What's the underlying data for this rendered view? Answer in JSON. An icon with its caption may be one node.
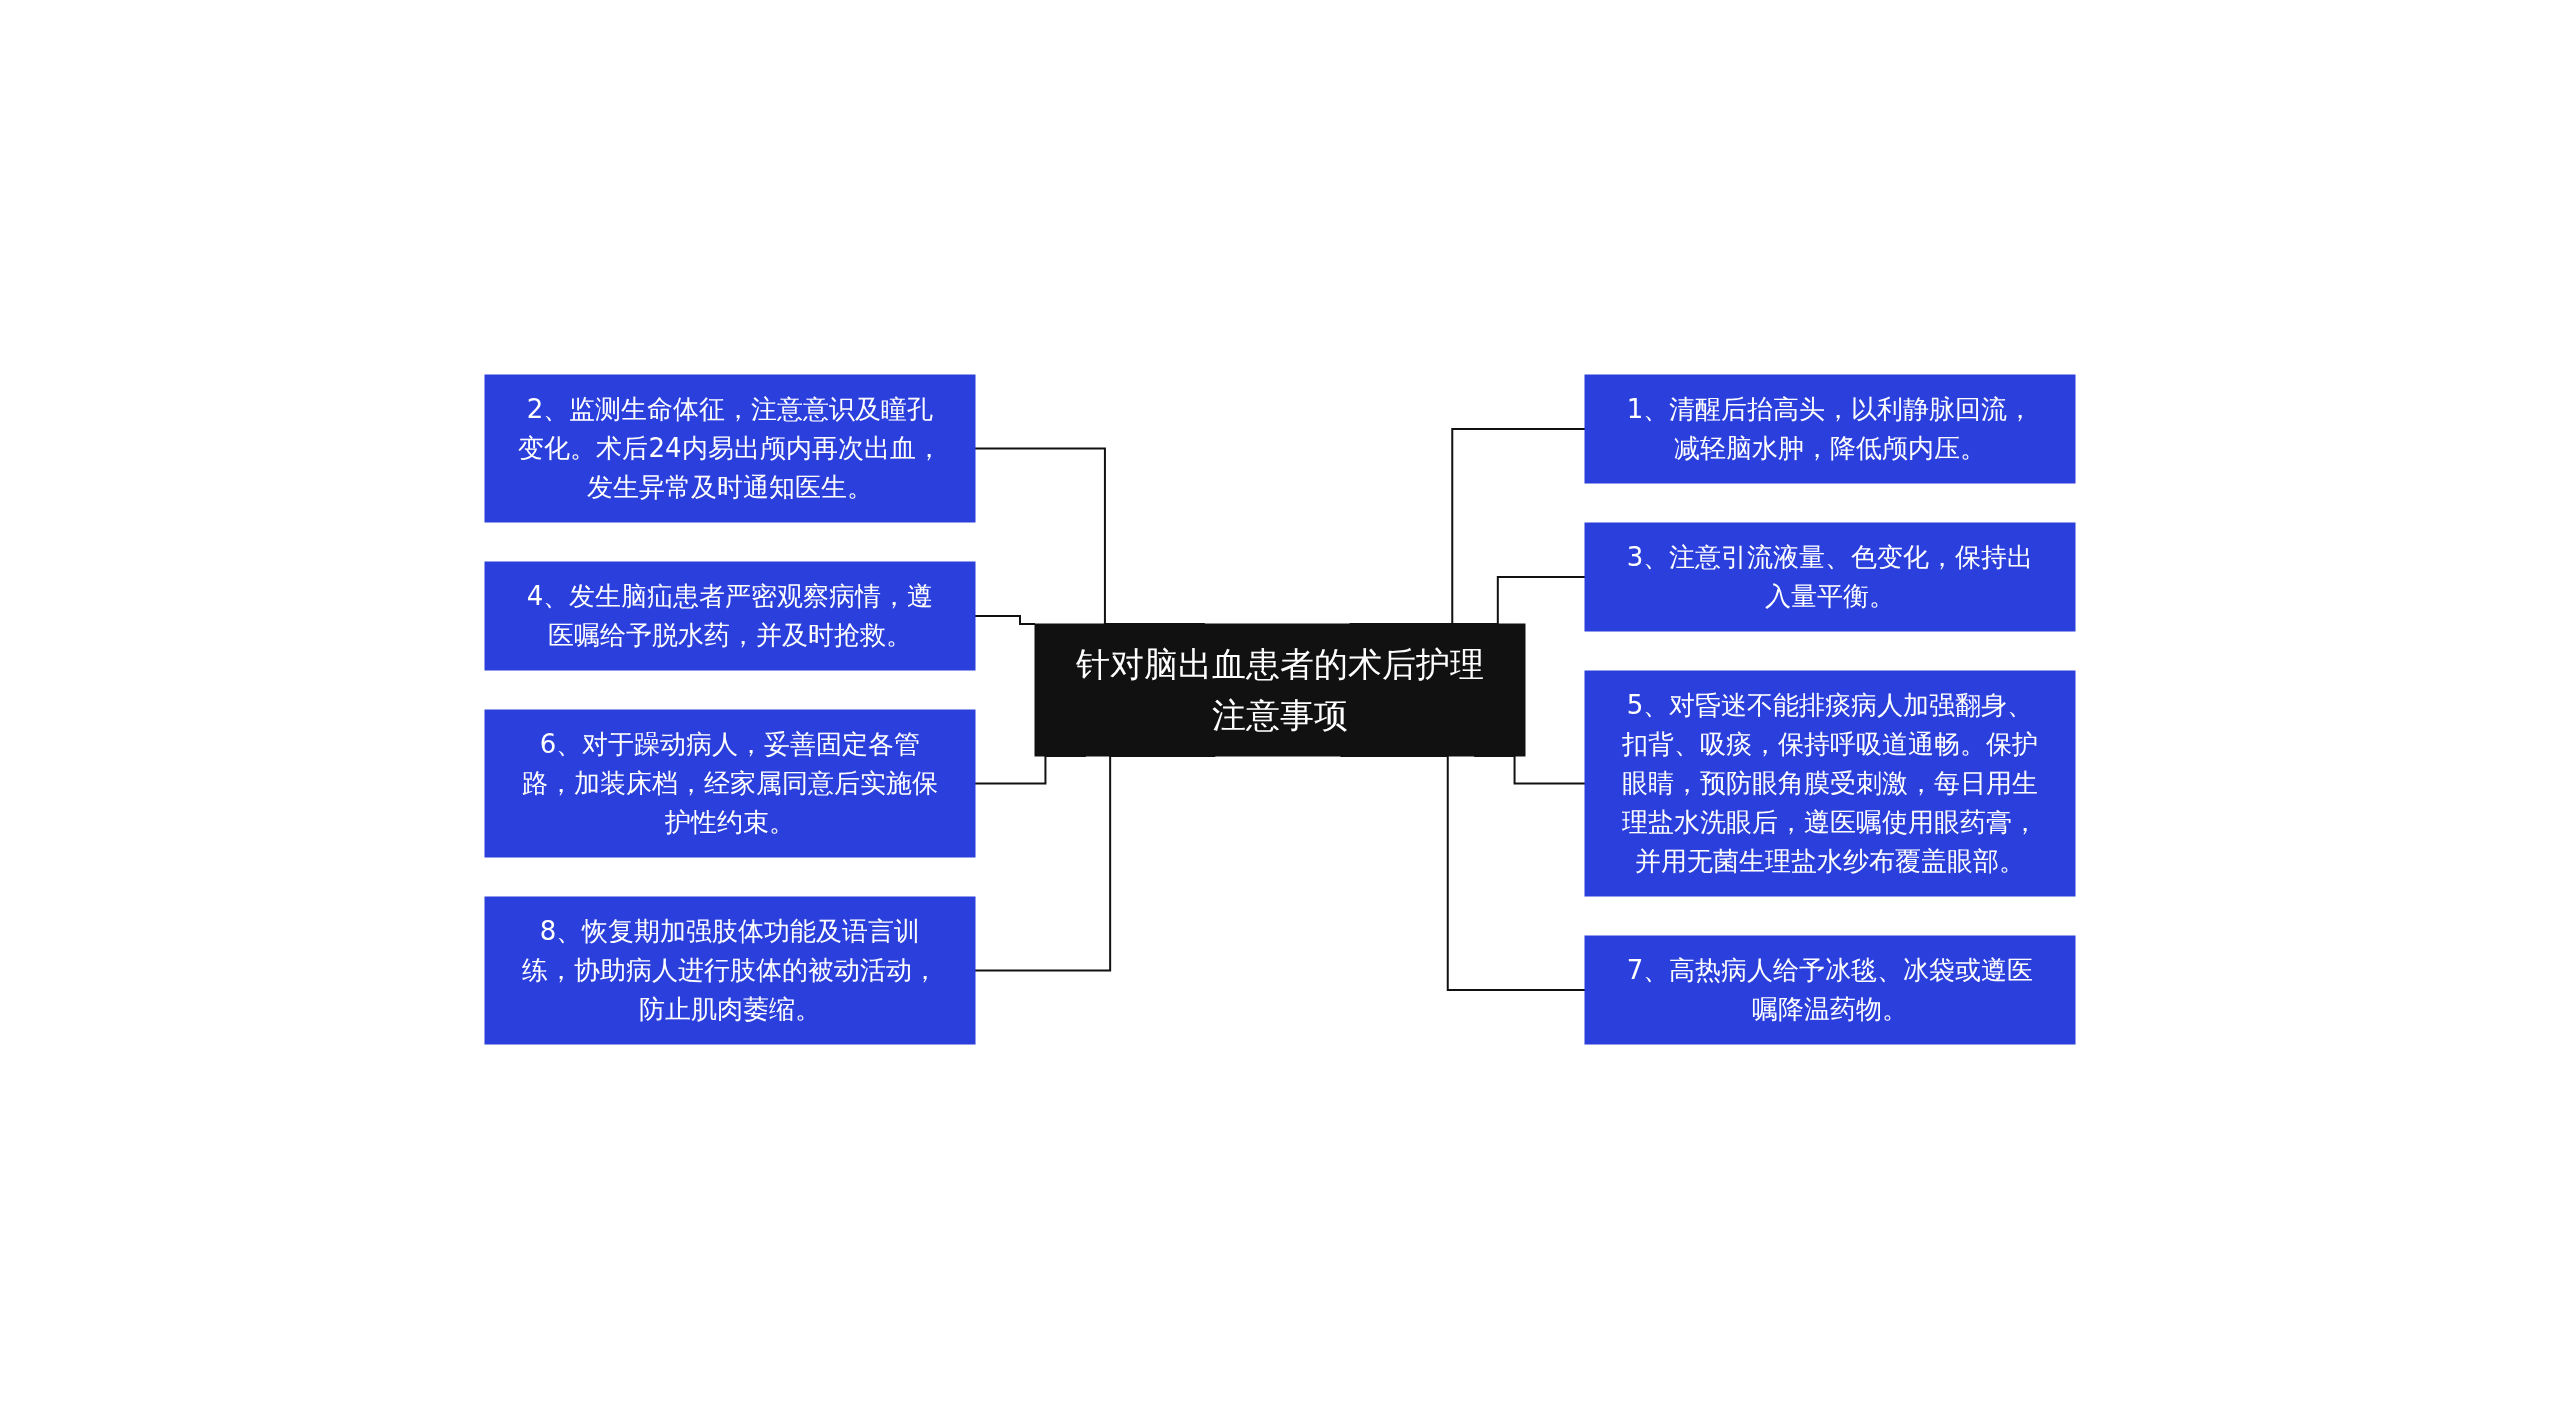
{
  "diagram": {
    "nodes": [
      {
        "text": [
          "针对脑出血患者的术后护理注意事项"
        ]
      },
      {
        "text": [
          "1、清醒后抬高头，以利静脉回流，减轻脑水肿，降低颅内压。"
        ]
      },
      {
        "text": [
          "2、监测生命体征，注意意识及瞳孔变化。术后24内易出颅内再次出血，发生异常及时通知医生。"
        ]
      },
      {
        "text": [
          "3、注意引流液量、色变化，保持出入量平衡。"
        ]
      },
      {
        "text": [
          "4、发生脑疝患者严密观察病情，遵医嘱给予脱水药，并及时抢救。"
        ]
      },
      {
        "text": [
          "5、对昏迷不能排痰病人加强翻身、扣背、吸痰，保持呼吸道通畅。保护眼睛，预防眼角膜受刺激，每日用生理盐水洗眼后，遵医嘱使用眼药膏，并用无菌生理盐水纱布覆盖眼部。"
        ]
      },
      {
        "text": [
          "6、对于躁动病人，妥善固定各管路，加装床档，经家属同意后实施保护性约束。"
        ]
      },
      {
        "text": [
          "7、高热病人给予冰毯、冰袋或遵医嘱降温药物。"
        ]
      },
      {
        "text": [
          "8、恢复期加强肢体功能及语言训练，协助病人进行肢体的被动活动，防止肌肉萎缩。"
        ]
      }
    ],
    "edges": [
      {
        "from": 0,
        "to": 1,
        "arrow": "none"
      },
      {
        "from": 2,
        "to": 0,
        "arrow": "none"
      },
      {
        "from": 0,
        "to": 3,
        "arrow": "none"
      },
      {
        "from": 4,
        "to": 0,
        "arrow": "none"
      },
      {
        "from": 0,
        "to": 5,
        "arrow": "none"
      },
      {
        "from": 6,
        "to": 0,
        "arrow": "none"
      },
      {
        "from": 0,
        "to": 7,
        "arrow": "none"
      },
      {
        "from": 8,
        "to": 0,
        "arrow": "none"
      }
    ]
  }
}
